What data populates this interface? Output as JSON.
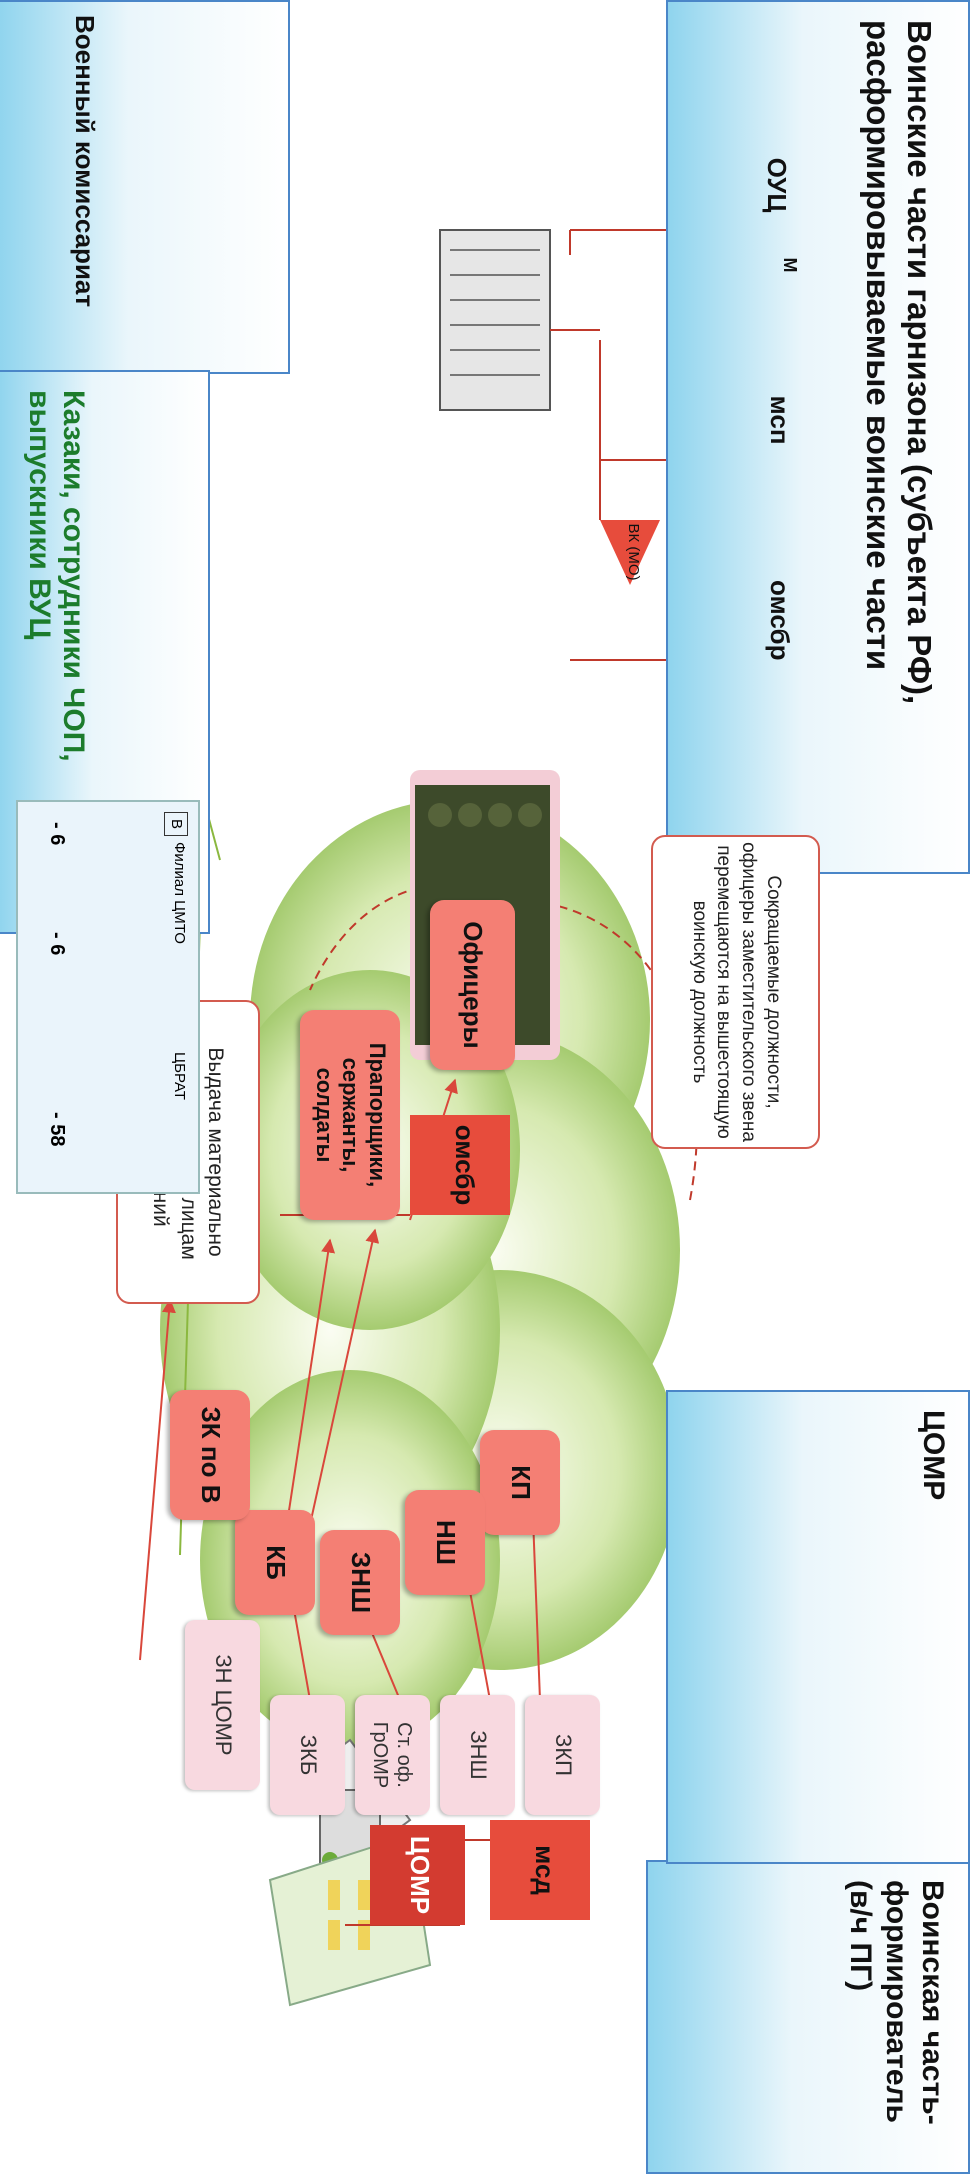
{
  "panels": {
    "garrison_title": "Воинские части гарнизона (субъекта РФ), расформировываемые воинские части",
    "enlist_title": "Военный комиссариат",
    "cossack_title": "Казаки, сотрудники ЧОП, выпускники ВУЦ",
    "former_title": "Воинская часть-формирователь (в/ч ПГ)",
    "tsomr_title": "ЦОМР"
  },
  "flags": {
    "ouc": "ОУЦ",
    "m": "М",
    "msp": "мсп",
    "omsbr_garrison": "омсбр",
    "vk": "ВК (МО)",
    "msd": "мсд",
    "tsomr": "ЦОМР",
    "omsbr_center": "омсбр"
  },
  "top_positions": [
    "ЗКП",
    "ЗНШ",
    "Ст. оф. ГрОМР",
    "ЗКБ",
    "ЗН ЦОМР"
  ],
  "cycle_positions": [
    "КП",
    "НШ",
    "ЗНШ",
    "КБ",
    "ЗК по В"
  ],
  "officers": "Офицеры",
  "enlisted": "Прапорщики, сержанты, солдаты",
  "issue_note": "Выдача материально ответственным лицам подразделений",
  "reduction_note": "Сокращаемые должности, офицеры заместительского звена перемещаются на вышестоящую воинскую должность",
  "warehouse": {
    "letter": "В",
    "left_title": "Филиал ЦМТО",
    "right_title": "ЦБРАТ",
    "num1": "- 6",
    "num2": "- 6",
    "num3": "- 58"
  },
  "colors": {
    "arrow_red": "#d9473b",
    "arrow_green": "#8bb83f",
    "panel_border": "#4a86c8",
    "node_salmon": "#f47f74",
    "node_pink": "#f8d9e0"
  }
}
